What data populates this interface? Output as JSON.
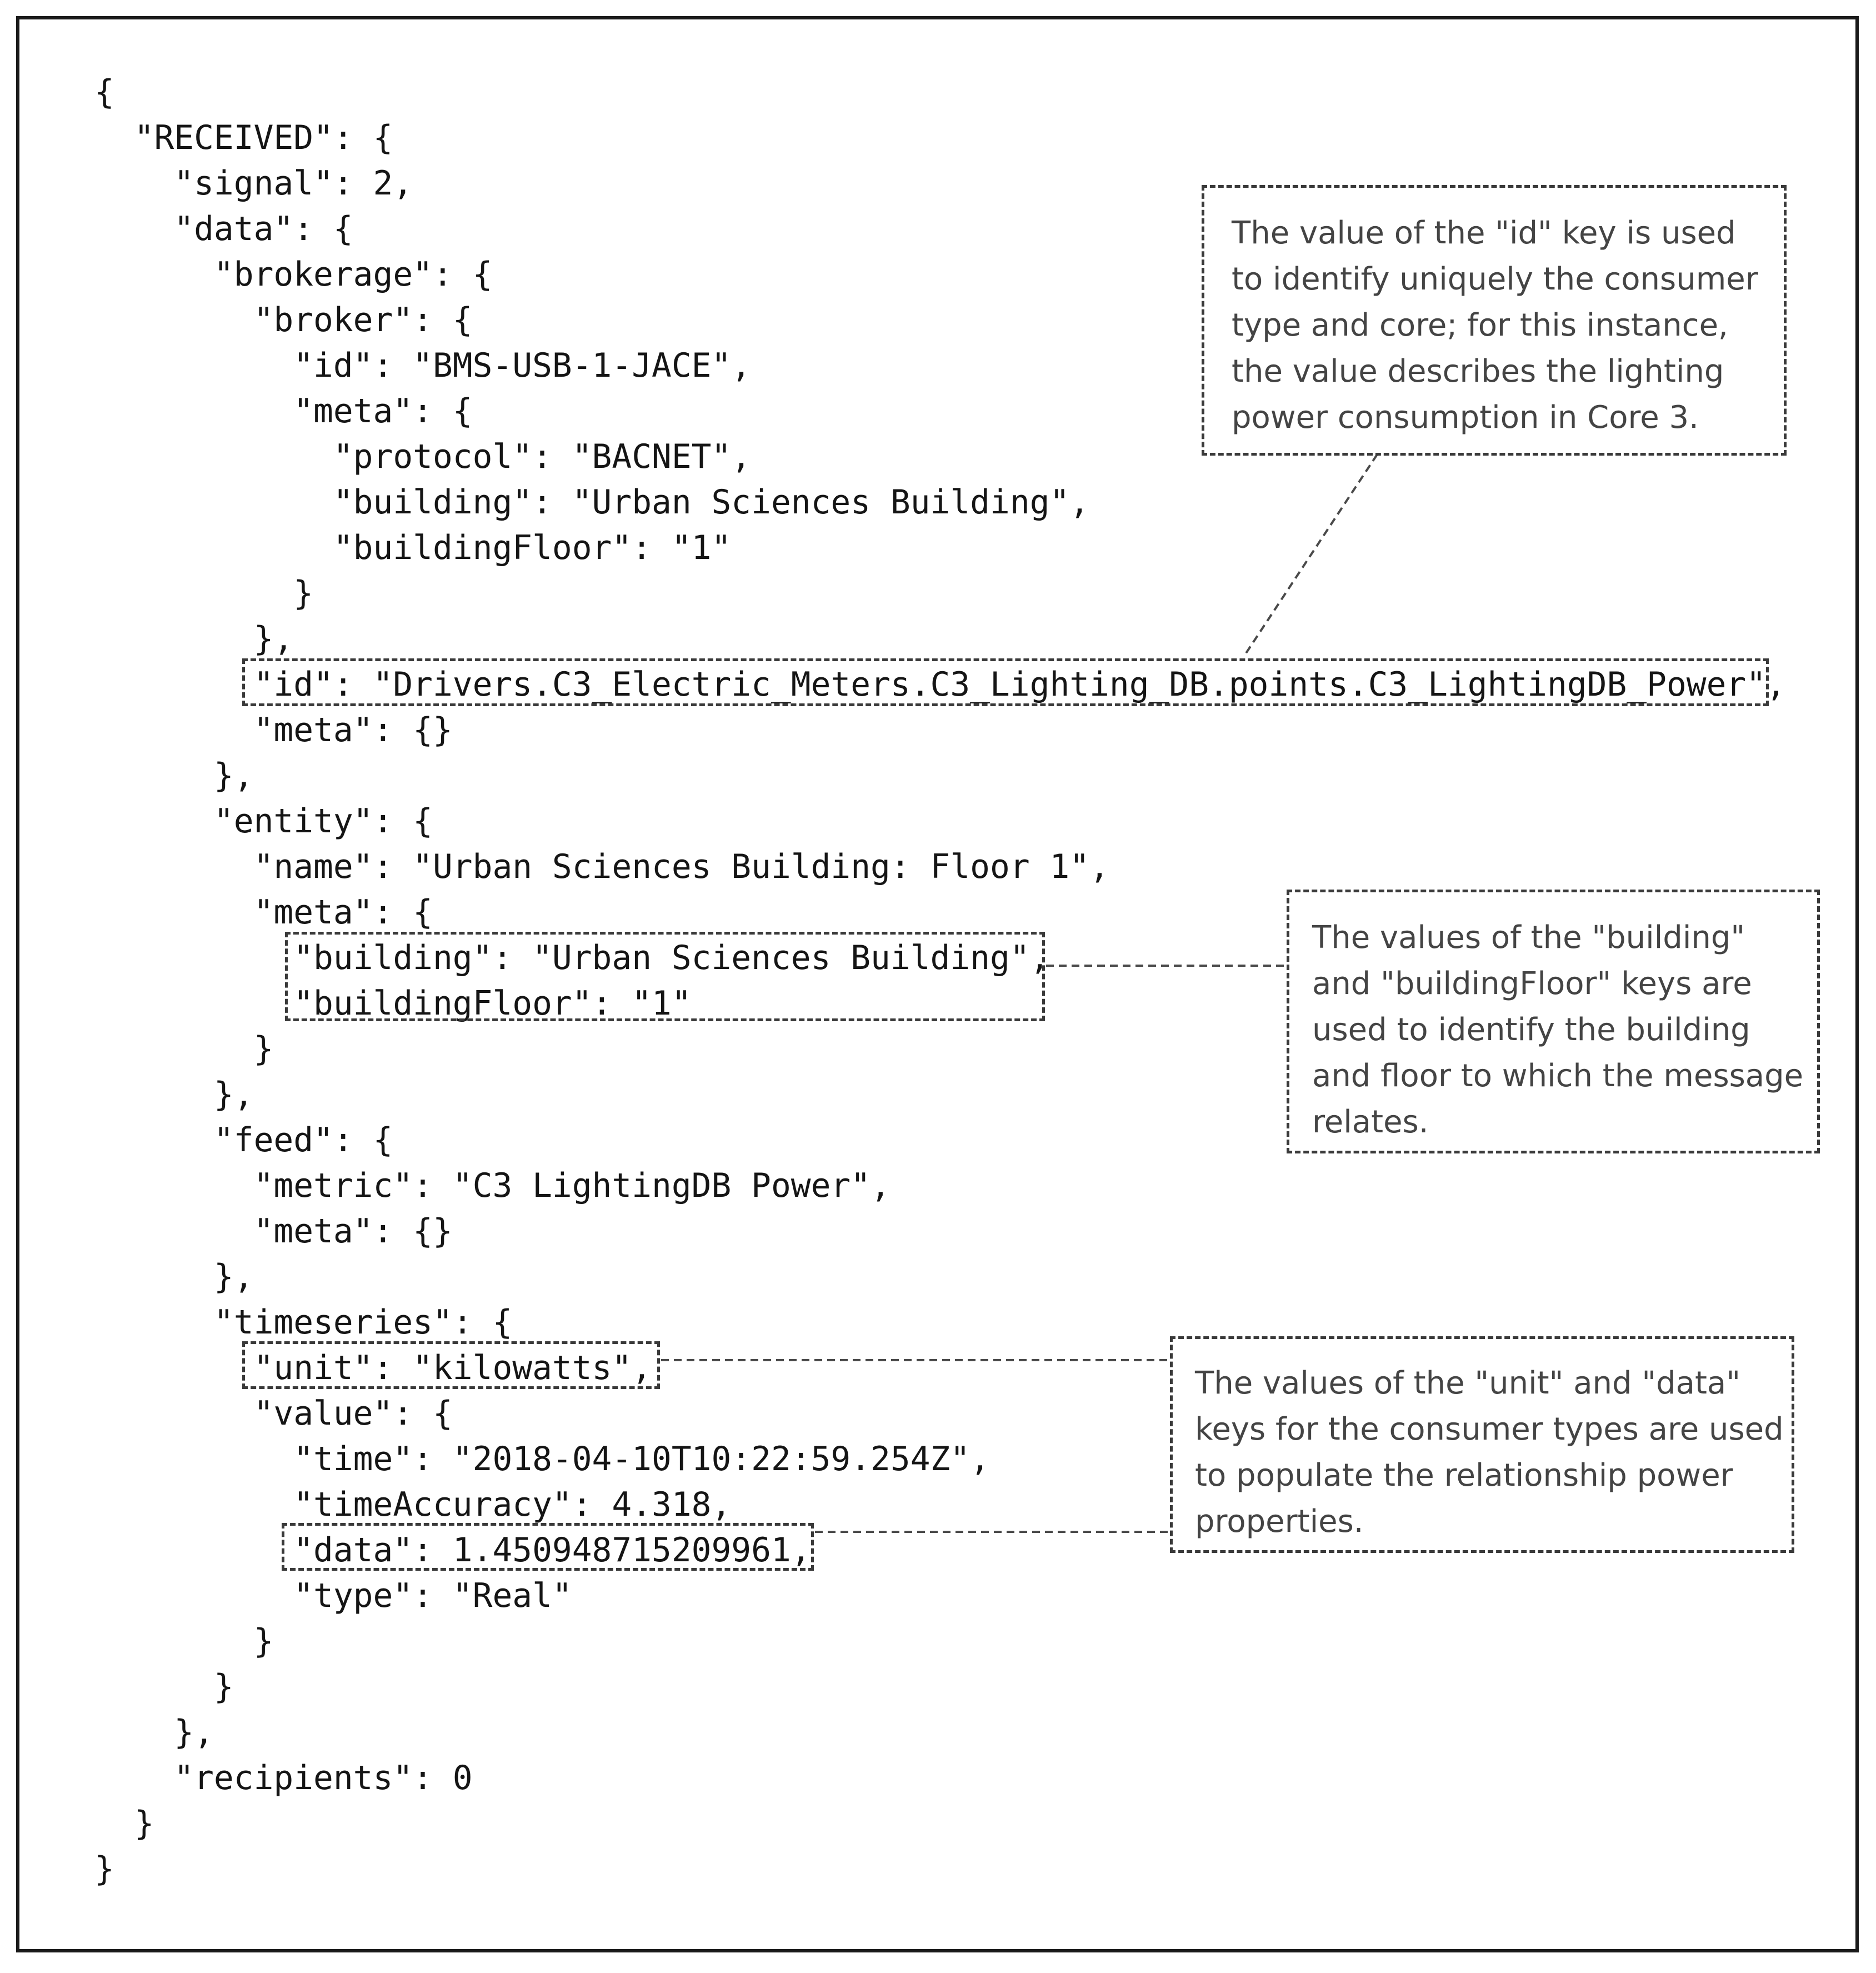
{
  "code_lines": [
    "{",
    "  \"RECEIVED\": {",
    "    \"signal\": 2,",
    "    \"data\": {",
    "      \"brokerage\": {",
    "        \"broker\": {",
    "          \"id\": \"BMS-USB-1-JACE\",",
    "          \"meta\": {",
    "            \"protocol\": \"BACNET\",",
    "            \"building\": \"Urban Sciences Building\",",
    "            \"buildingFloor\": \"1\"",
    "          }",
    "        },",
    "        \"id\": \"Drivers.C3_Electric_Meters.C3_Lighting_DB.points.C3_LightingDB_Power\",",
    "        \"meta\": {}",
    "      },",
    "      \"entity\": {",
    "        \"name\": \"Urban Sciences Building: Floor 1\",",
    "        \"meta\": {",
    "          \"building\": \"Urban Sciences Building\",",
    "          \"buildingFloor\": \"1\"",
    "        }",
    "      },",
    "      \"feed\": {",
    "        \"metric\": \"C3 LightingDB Power\",",
    "        \"meta\": {}",
    "      },",
    "      \"timeseries\": {",
    "        \"unit\": \"kilowatts\",",
    "        \"value\": {",
    "          \"time\": \"2018-04-10T10:22:59.254Z\",",
    "          \"timeAccuracy\": 4.318,",
    "          \"data\": 1.450948715209961,",
    "          \"type\": \"Real\"",
    "        }",
    "      }",
    "    },",
    "    \"recipients\": 0",
    "  }",
    "}"
  ],
  "annotations": {
    "id_note": [
      "The value of the \"id\" key is used",
      "to identify uniquely the consumer",
      "type and core; for this instance,",
      "the value describes the lighting",
      "power consumption in Core 3."
    ],
    "building_note": [
      "The values of the \"building\"",
      "and \"buildingFloor\" keys are",
      "used to identify the building",
      "and floor to which the message",
      "relates."
    ],
    "unit_data_note": [
      "The values of the \"unit\" and \"data\"",
      "keys for the consumer types are used",
      "to populate the relationship power",
      "properties."
    ]
  }
}
